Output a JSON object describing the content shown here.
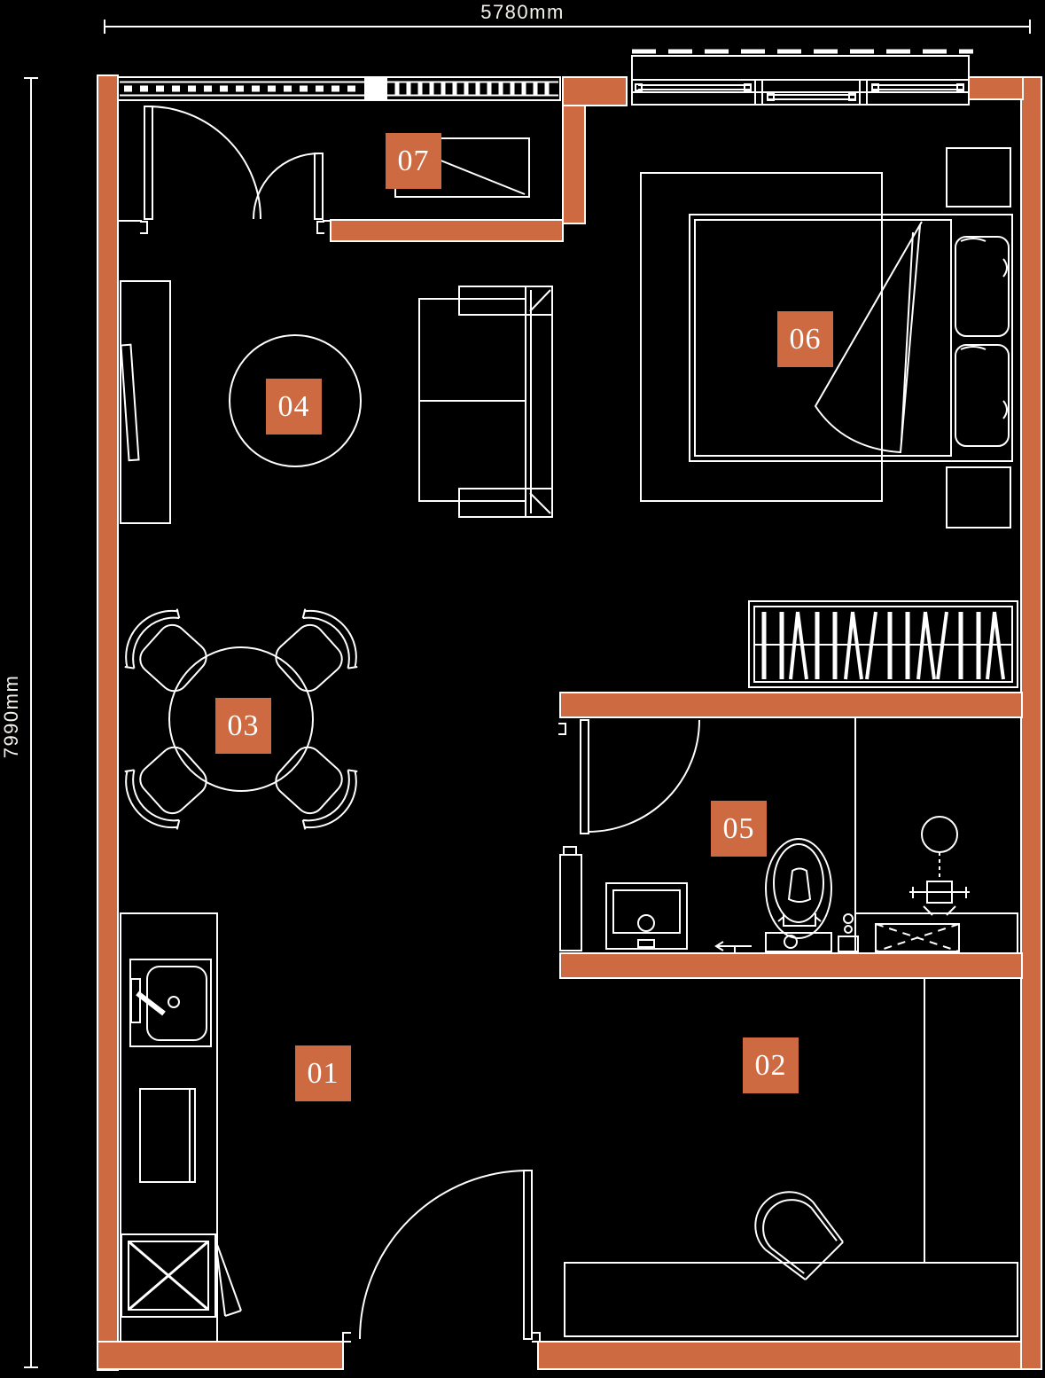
{
  "floorplan": {
    "dimension_width": "5780mm",
    "dimension_height": "7990mm",
    "rooms": [
      {
        "number": "01"
      },
      {
        "number": "02"
      },
      {
        "number": "03"
      },
      {
        "number": "04"
      },
      {
        "number": "05"
      },
      {
        "number": "06"
      },
      {
        "number": "07"
      }
    ],
    "colors": {
      "background": "#000000",
      "wall": "#cd6a42",
      "line": "#ffffff",
      "label_background": "#cd6a42",
      "label_text": "#ffffff",
      "dimension_text": "#f4f1ea"
    }
  }
}
